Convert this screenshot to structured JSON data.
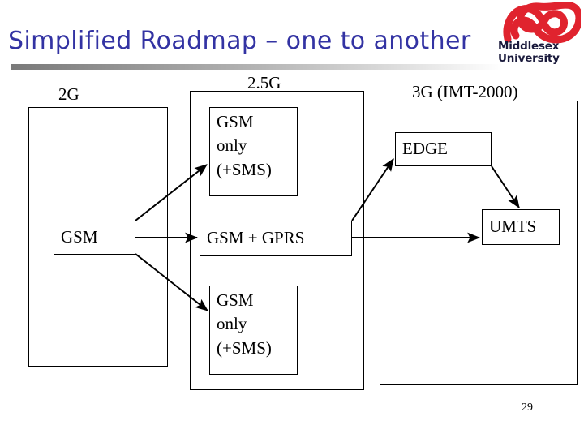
{
  "slide": {
    "title": "Simplified Roadmap – one to another",
    "page_number": "29",
    "title_color": "#3333a3"
  },
  "logo": {
    "name": "middlesex-university-logo",
    "line1": "Middlesex",
    "line2": "University",
    "mark_color": "#e0232e",
    "text_color": "#1a1a3c"
  },
  "diagram": {
    "groups": [
      {
        "id": "2g",
        "label": "2G"
      },
      {
        "id": "2.5g",
        "label": "2.5G"
      },
      {
        "id": "3g",
        "label": "3G (IMT-2000)"
      }
    ],
    "nodes": [
      {
        "id": "gsm",
        "label": "GSM",
        "group": "2g"
      },
      {
        "id": "gsm-only-top",
        "label": "GSM\nonly\n(+SMS)",
        "line1": "GSM",
        "line2": "only",
        "line3": "(+SMS)",
        "group": "2.5g"
      },
      {
        "id": "gsm-gprs",
        "label": "GSM + GPRS",
        "group": "2.5g"
      },
      {
        "id": "gsm-only-bot",
        "label": "GSM\nonly\n(+SMS)",
        "line1": "GSM",
        "line2": "only",
        "line3": "(+SMS)",
        "group": "2.5g"
      },
      {
        "id": "edge",
        "label": "EDGE",
        "group": "3g"
      },
      {
        "id": "umts",
        "label": "UMTS",
        "group": "3g"
      }
    ],
    "edges": [
      {
        "from": "gsm",
        "to": "gsm-only-top"
      },
      {
        "from": "gsm",
        "to": "gsm-gprs"
      },
      {
        "from": "gsm",
        "to": "gsm-only-bot"
      },
      {
        "from": "gsm-gprs",
        "to": "edge"
      },
      {
        "from": "gsm-gprs",
        "to": "umts"
      },
      {
        "from": "edge",
        "to": "umts"
      }
    ],
    "line_color": "#000000"
  }
}
